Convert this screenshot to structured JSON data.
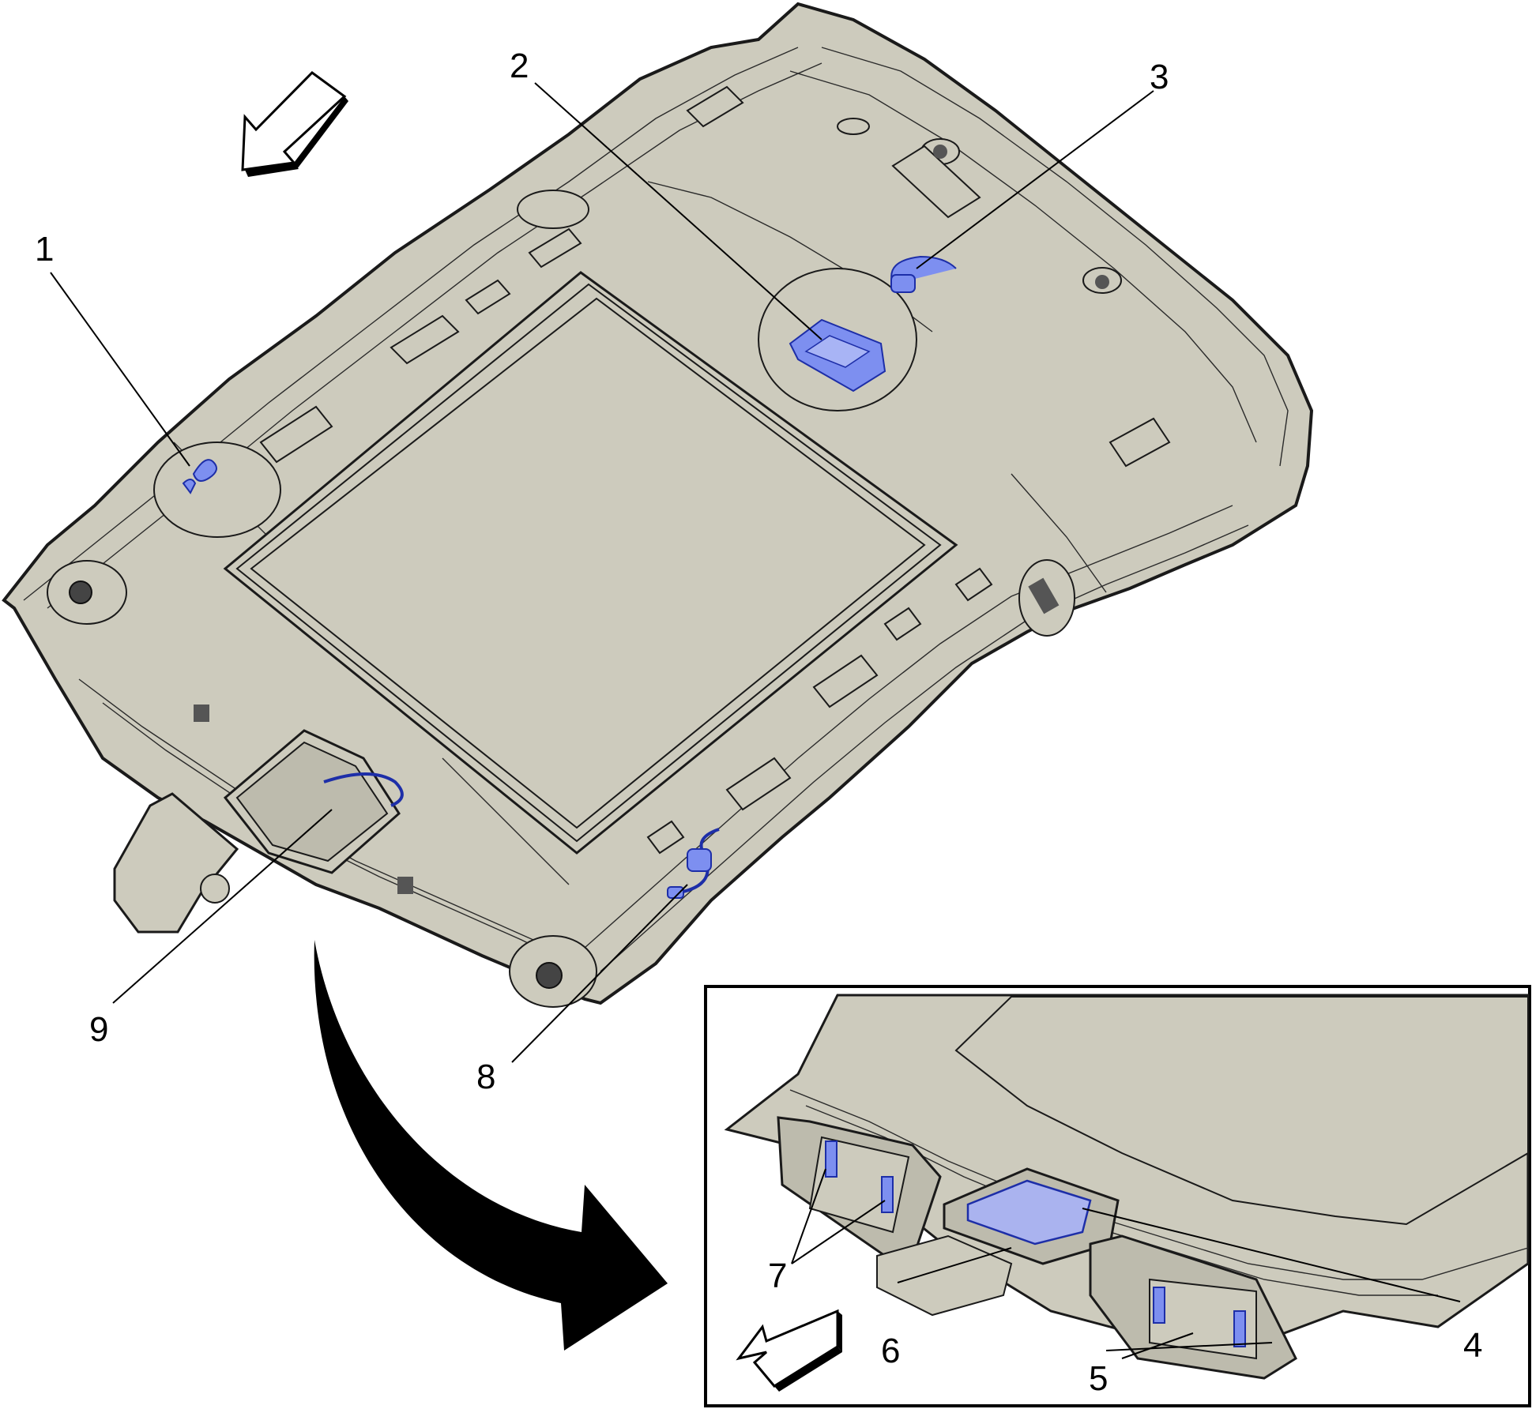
{
  "figure": {
    "callouts": [
      {
        "id": "c1",
        "label": "1"
      },
      {
        "id": "c2",
        "label": "2"
      },
      {
        "id": "c3",
        "label": "3"
      },
      {
        "id": "c4",
        "label": "4"
      },
      {
        "id": "c5",
        "label": "5"
      },
      {
        "id": "c6",
        "label": "6"
      },
      {
        "id": "c7",
        "label": "7"
      },
      {
        "id": "c8",
        "label": "8"
      },
      {
        "id": "c9",
        "label": "9"
      }
    ],
    "colors": {
      "panel_fill": "#cdcbbd",
      "outline": "#1a1a1a",
      "highlight_part": "#7d8ff0",
      "highlight_stroke": "#1d2ea8",
      "arrow_fill": "#000000",
      "background": "#ffffff"
    },
    "icons": [
      "forward-direction-arrow-icon",
      "detail-view-curved-arrow-icon"
    ]
  }
}
